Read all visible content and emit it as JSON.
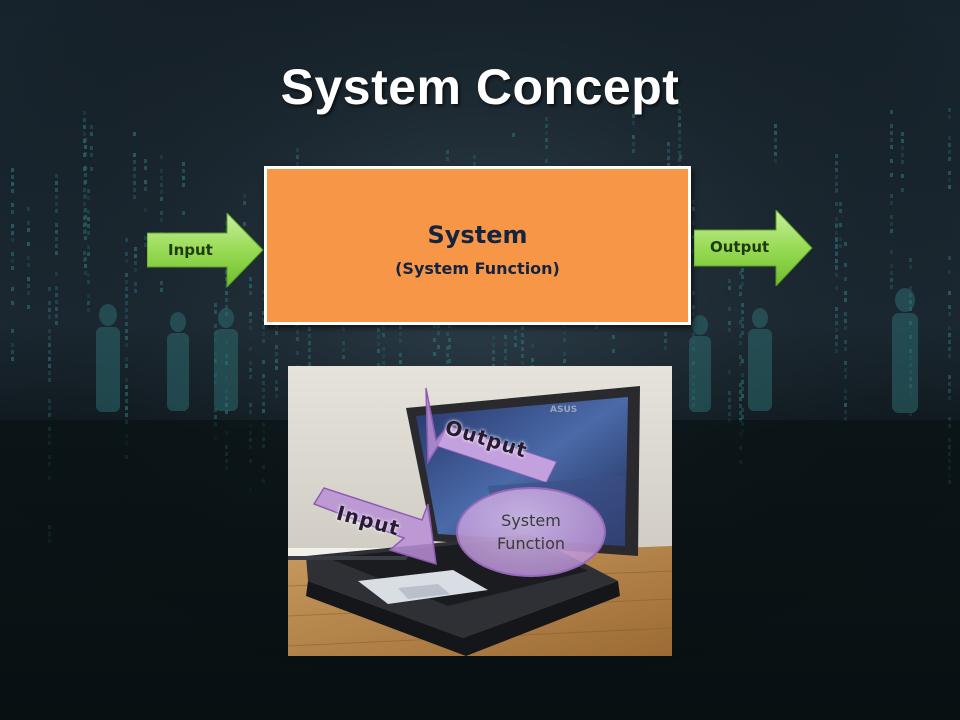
{
  "slide": {
    "title": "System Concept"
  },
  "diagram": {
    "input_label": "Input",
    "output_label": "Output",
    "system_name": "System",
    "system_function": "(System Function)",
    "arrow_color": "#8ed24c",
    "box_color": "#f79646"
  },
  "photo": {
    "input_label": "Input",
    "output_label": "Output",
    "oval_line1": "System",
    "oval_line2": "Function",
    "laptop_brand": "ASUS",
    "overlay_color": "#b98fd6"
  }
}
